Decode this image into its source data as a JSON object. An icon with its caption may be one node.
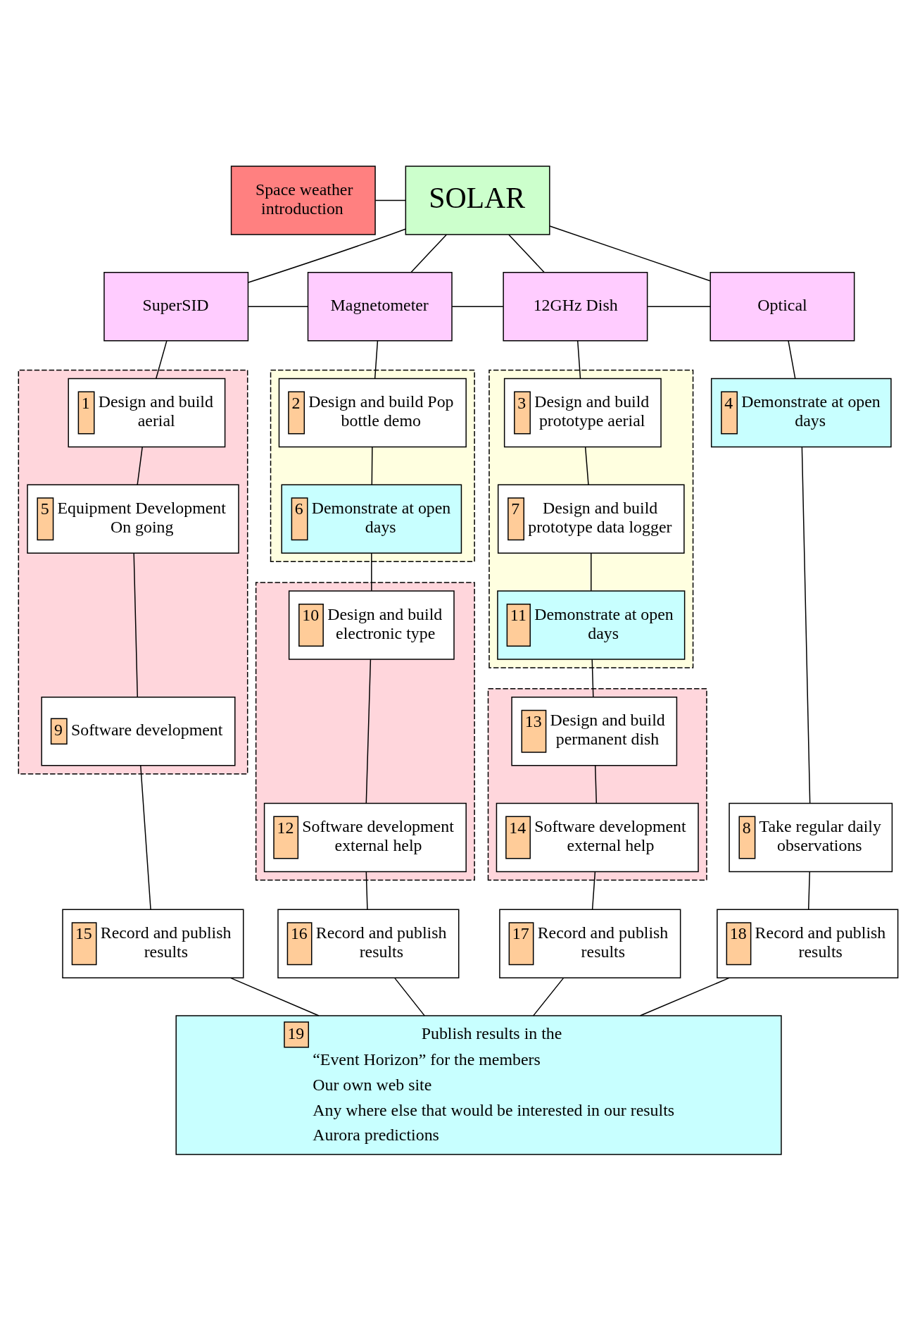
{
  "diagram": {
    "nodes": [
      {
        "text": [
          "Space weather introduction"
        ]
      },
      {
        "text": [
          "SOLAR"
        ]
      },
      {
        "text": [
          "SuperSID"
        ]
      },
      {
        "text": [
          "Magnetometer"
        ]
      },
      {
        "text": [
          "12GHz Dish"
        ]
      },
      {
        "text": [
          "Optical"
        ]
      },
      {
        "text": [],
        "shape": "box"
      },
      {
        "text": [],
        "shape": "box"
      },
      {
        "text": [],
        "shape": "box"
      },
      {
        "text": [
          "1",
          "Design and build aerial"
        ],
        "in": 6
      },
      {
        "text": [
          "2",
          "Design and build Pop bottle demo"
        ],
        "in": 7
      },
      {
        "text": [
          "3",
          "Design and build prototype aerial"
        ],
        "in": 8
      },
      {
        "text": [
          "4",
          "Demonstrate at open days"
        ]
      },
      {
        "text": [
          "5",
          "Equipment Development On going"
        ],
        "in": 6
      },
      {
        "text": [
          "6",
          "Demonstrate at open days"
        ],
        "in": 7
      },
      {
        "text": [
          "7",
          "Design and build prototype data logger"
        ],
        "in": 8
      },
      {
        "text": [
          "8",
          "Take regular daily observations"
        ]
      },
      {
        "text": [
          "9",
          "Software development"
        ],
        "in": 6
      },
      {
        "text": [],
        "shape": "box"
      },
      {
        "text": [
          "10",
          "Design and build electronic type"
        ],
        "in": 18
      },
      {
        "text": [
          "11",
          "Demonstrate at open days"
        ],
        "in": 8
      },
      {
        "text": [],
        "shape": "box"
      },
      {
        "text": [
          "12",
          "Software development external help"
        ],
        "in": 18
      },
      {
        "text": [
          "13",
          "Design and build permanent dish"
        ],
        "in": 21
      },
      {
        "text": [
          "14",
          "Software development external help"
        ],
        "in": 21
      },
      {
        "text": [
          "15",
          "Record and publish results"
        ]
      },
      {
        "text": [
          "16",
          "Record and publish results"
        ]
      },
      {
        "text": [
          "17",
          "Record and publish results"
        ]
      },
      {
        "text": [
          "18",
          "Record and publish results"
        ]
      },
      {
        "text": [
          "19",
          "Publish results in the",
          "“Event Horizon” for the members",
          "Our own web site",
          "Any where else that would be interested in our results",
          "Aurora predictions"
        ]
      }
    ],
    "edges": [
      {
        "from": 0,
        "to": 1,
        "arrow": "none"
      },
      {
        "from": 1,
        "to": 2,
        "arrow": "none"
      },
      {
        "from": 1,
        "to": 3,
        "arrow": "none"
      },
      {
        "from": 1,
        "to": 4,
        "arrow": "none"
      },
      {
        "from": 1,
        "to": 5,
        "arrow": "none"
      },
      {
        "from": 2,
        "to": 3,
        "arrow": "none"
      },
      {
        "from": 3,
        "to": 4,
        "arrow": "none"
      },
      {
        "from": 4,
        "to": 5,
        "arrow": "none"
      },
      {
        "from": 2,
        "to": 9,
        "arrow": "none"
      },
      {
        "from": 9,
        "to": 13,
        "arrow": "none"
      },
      {
        "from": 13,
        "to": 17,
        "arrow": "none"
      },
      {
        "from": 17,
        "to": 25,
        "arrow": "none"
      },
      {
        "from": 25,
        "to": 29,
        "arrow": "none"
      },
      {
        "from": 3,
        "to": 10,
        "arrow": "none"
      },
      {
        "from": 10,
        "to": 14,
        "arrow": "none"
      },
      {
        "from": 14,
        "to": 19,
        "arrow": "none"
      },
      {
        "from": 19,
        "to": 22,
        "arrow": "none"
      },
      {
        "from": 22,
        "to": 26,
        "arrow": "none"
      },
      {
        "from": 26,
        "to": 29,
        "arrow": "none"
      },
      {
        "from": 4,
        "to": 11,
        "arrow": "none"
      },
      {
        "from": 11,
        "to": 15,
        "arrow": "none"
      },
      {
        "from": 15,
        "to": 20,
        "arrow": "none"
      },
      {
        "from": 20,
        "to": 23,
        "arrow": "none"
      },
      {
        "from": 23,
        "to": 24,
        "arrow": "none"
      },
      {
        "from": 24,
        "to": 27,
        "arrow": "none"
      },
      {
        "from": 27,
        "to": 29,
        "arrow": "none"
      },
      {
        "from": 5,
        "to": 12,
        "arrow": "none"
      },
      {
        "from": 12,
        "to": 16,
        "arrow": "none"
      },
      {
        "from": 16,
        "to": 28,
        "arrow": "none"
      },
      {
        "from": 28,
        "to": 29,
        "arrow": "none"
      }
    ]
  }
}
